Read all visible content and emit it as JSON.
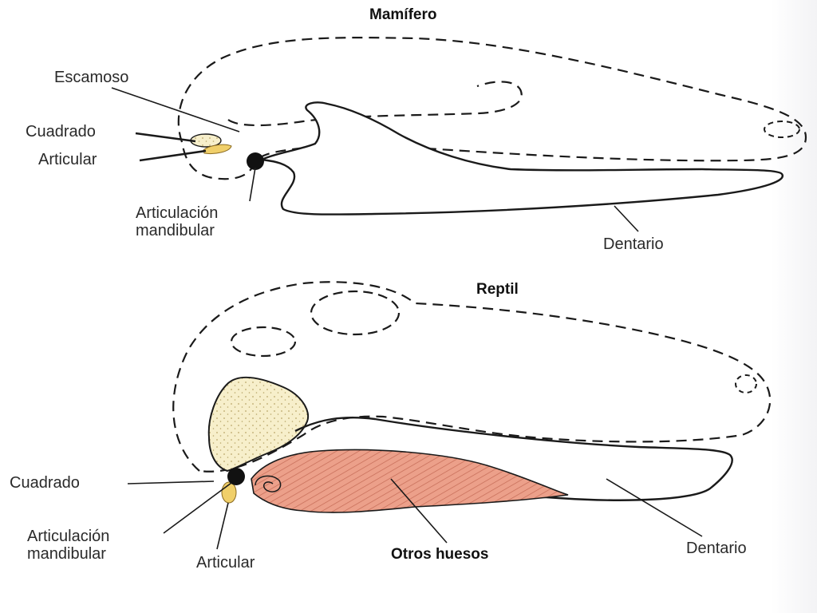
{
  "mammal": {
    "title": "Mamífero",
    "labels": {
      "escamoso": "Escamoso",
      "cuadrado": "Cuadrado",
      "articular": "Articular",
      "articulacion_line1": "Articulación",
      "articulacion_line2": "mandibular",
      "dentario": "Dentario"
    }
  },
  "reptile": {
    "title": "Reptil",
    "labels": {
      "cuadrado": "Cuadrado",
      "articulacion_line1": "Articulación",
      "articulacion_line2": "mandibular",
      "articular": "Articular",
      "otros_huesos": "Otros huesos",
      "dentario": "Dentario"
    }
  },
  "colors": {
    "outline": "#1a1a1a",
    "quadrate_fill": "#f5edc4",
    "articular_fill": "#f0cf6a",
    "other_bones_fill": "#eca08a",
    "hatch": "#c46a55",
    "joint": "#111111"
  }
}
